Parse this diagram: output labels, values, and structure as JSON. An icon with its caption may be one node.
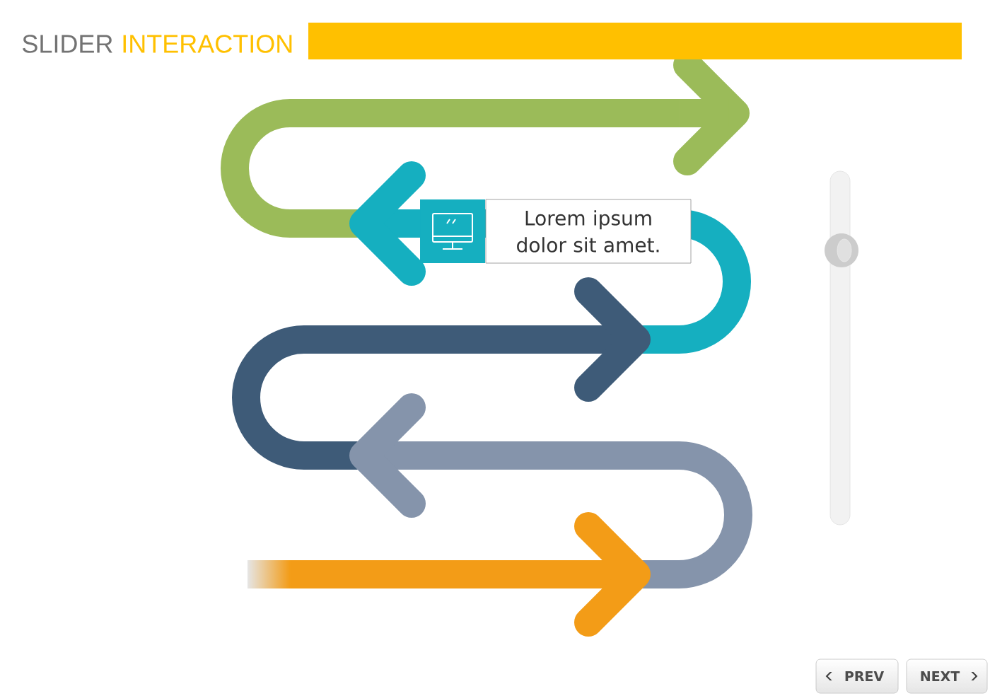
{
  "diagram": {
    "nodes": [
      {
        "text": [],
        "shape": "bar"
      },
      {
        "text": [
          "Lorem ipsum dolor sit amet."
        ]
      }
    ],
    "labels": [
      "SLIDER",
      "INTERACTION",
      "PREV",
      "NEXT"
    ]
  }
}
